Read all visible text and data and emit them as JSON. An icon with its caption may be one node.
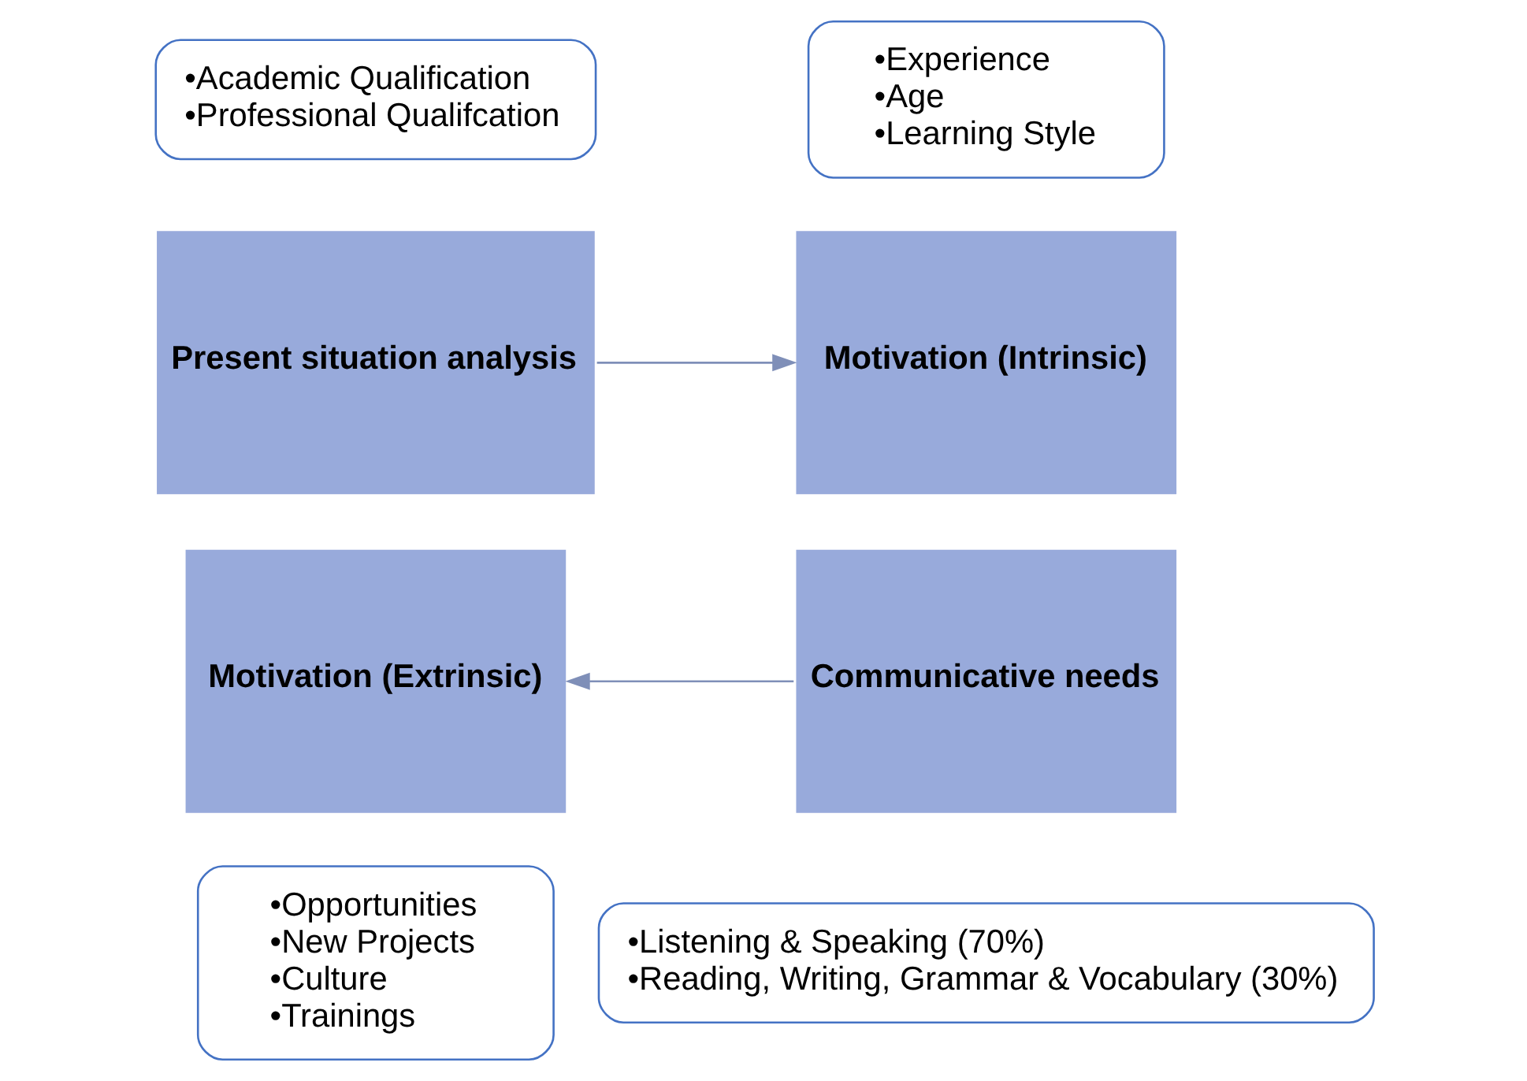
{
  "diagram": {
    "nodes": [
      {
        "text": [
          "•Academic Qualification",
          "•Professional Qualifcation"
        ]
      },
      {
        "text": [
          "•Experience",
          "•Age",
          "•Learning Style"
        ]
      },
      {
        "text": [
          "Present situation analysis"
        ]
      },
      {
        "text": [
          "Motivation (Intrinsic)"
        ]
      },
      {
        "text": [
          "Motivation (Extrinsic)"
        ]
      },
      {
        "text": [
          "Communicative needs"
        ]
      },
      {
        "text": [
          "•Opportunities",
          "•New Projects",
          "•Culture",
          "•Trainings"
        ]
      },
      {
        "text": [
          "•Listening & Speaking (70%)",
          "•Reading, Writing, Grammar & Vocabulary (30%)"
        ]
      }
    ],
    "edges": [
      {
        "from": 2,
        "to": 3,
        "arrow": "to"
      },
      {
        "from": 5,
        "to": 4,
        "arrow": "to"
      }
    ]
  }
}
